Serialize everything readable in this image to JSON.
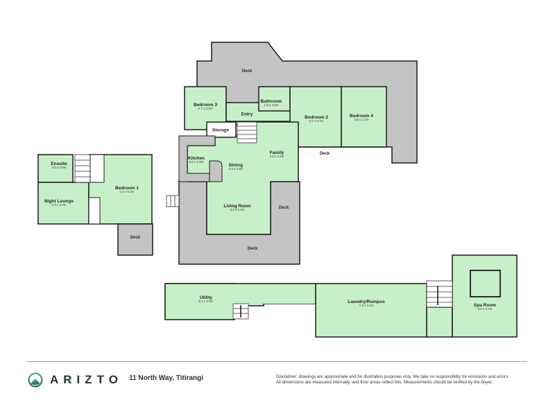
{
  "floorplan": {
    "rooms": [
      {
        "id": "bedroom3",
        "name": "Bedroom 3",
        "dims": "2.7 x 3.3m"
      },
      {
        "id": "bathroom",
        "name": "Bathroom",
        "dims": "1.8 x 2.6m"
      },
      {
        "id": "entry",
        "name": "Entry",
        "dims": ""
      },
      {
        "id": "storage",
        "name": "Storage",
        "dims": ""
      },
      {
        "id": "bedroom2",
        "name": "Bedroom 2",
        "dims": "4.7 x 3.3m"
      },
      {
        "id": "bedroom4",
        "name": "Bedroom 4",
        "dims": "3.6 x 4.7m"
      },
      {
        "id": "kitchen",
        "name": "Kitchen",
        "dims": "3.5 x 2.8m"
      },
      {
        "id": "dining",
        "name": "Dining",
        "dims": "3.3 x 2.8m"
      },
      {
        "id": "family",
        "name": "Family",
        "dims": "4.8 x 3.2m"
      },
      {
        "id": "living",
        "name": "Living Room",
        "dims": "4.0 x 5.2m"
      },
      {
        "id": "ensuite",
        "name": "Ensuite",
        "dims": "2.0 x 2.5m"
      },
      {
        "id": "nightlounge",
        "name": "Night Lounge",
        "dims": "2.9 x 3.3m"
      },
      {
        "id": "bedroom1",
        "name": "Bedroom 1",
        "dims": "4.2 x 5.0m"
      },
      {
        "id": "utility",
        "name": "Utility",
        "dims": "5.1 x 2.5m"
      },
      {
        "id": "laundry",
        "name": "Laundry/Rumpus",
        "dims": "7.2 x 3.1m"
      },
      {
        "id": "spa",
        "name": "Spa Room",
        "dims": "4.0 x 4.7m"
      }
    ],
    "decks": [
      {
        "id": "deck-top",
        "label": "Deck"
      },
      {
        "id": "deck-right-mid",
        "label": "Deck"
      },
      {
        "id": "deck-living-right",
        "label": "Deck"
      },
      {
        "id": "deck-living-bottom",
        "label": "Deck"
      },
      {
        "id": "deck-bedroom1",
        "label": "Deck"
      }
    ],
    "colors": {
      "room_fill": "#c8f0c8",
      "deck_fill": "#c4c4c4",
      "wall": "#1a1a1a",
      "brand": "#2e7d62"
    }
  },
  "footer": {
    "brand": "ARIZTO",
    "address": "11 North Way, Titirangi",
    "disclaimer_line1": "Disclaimer: drawings are approximate and for illustration purposes only. We take no responsibility for omissions and errors.",
    "disclaimer_line2": "All dimensions are measured internally, and floor areas reflect this. Measurements should be verified by the buyer."
  }
}
